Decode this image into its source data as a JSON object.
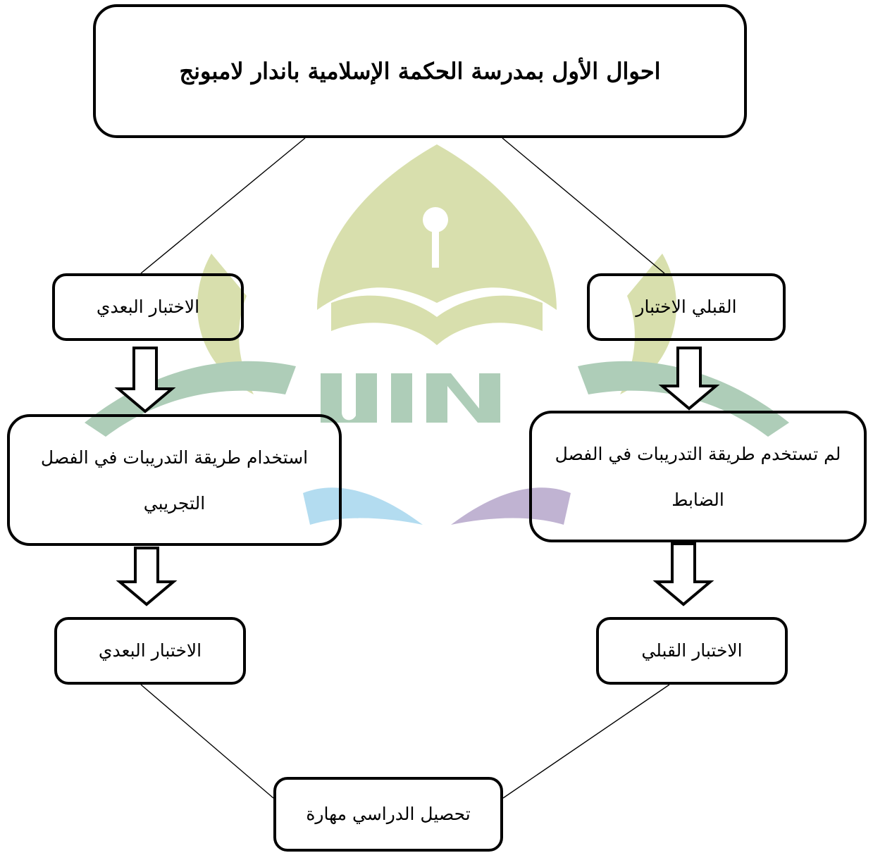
{
  "diagram": {
    "title": "احوال الأول بمدرسة الحكمة الإسلامية باندار لامبونج",
    "left_branch": {
      "pretest_label": "الاختبار البعدي",
      "treatment_line1": "استخدام طريقة التدريبات في الفصل",
      "treatment_line2": "التجريبي",
      "posttest_label": "الاختبار البعدي"
    },
    "right_branch": {
      "pretest_label": "القبلي الاختبار",
      "treatment_line1": "لم تستخدم طريقة التدريبات في الفصل",
      "treatment_line2": "الضابط",
      "posttest_label": "الاختبار القبلي"
    },
    "result_label": "تحصيل الدراسي مهارة"
  },
  "colors": {
    "stroke": "#000000",
    "box_fill": "#ffffff",
    "watermark_green": "#2e7d46",
    "watermark_olive": "#9aae2a",
    "watermark_blue": "#3aa6d8",
    "watermark_purple": "#5b3a8c"
  },
  "watermark": {
    "kind": "university-logo",
    "lettering": "UIN"
  }
}
